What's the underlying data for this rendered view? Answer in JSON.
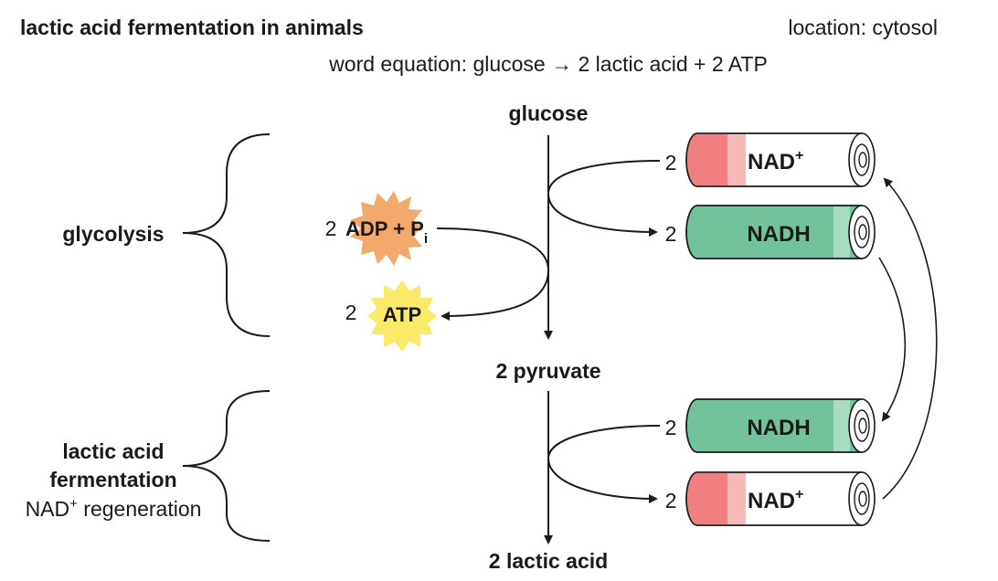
{
  "title": "lactic acid fermentation in animals",
  "location": "location: cytosol",
  "equation": "word equation: glucose → 2 lactic acid + 2 ATP",
  "stages": {
    "glycolysis": "glycolysis",
    "fermentation_line1": "lactic acid",
    "fermentation_line2": "fermentation",
    "regen_prefix": "NAD",
    "regen_sup": "+",
    "regen_suffix": " regeneration"
  },
  "molecules": {
    "glucose": "glucose",
    "pyruvate": "2 pyruvate",
    "lactic_acid": "2 lactic acid"
  },
  "coefficients": {
    "adp": "2",
    "atp": "2",
    "nad_top": "2",
    "nadh_top": "2",
    "nadh_bottom": "2",
    "nad_bottom": "2"
  },
  "adp": {
    "base": "ADP + P",
    "sub": "i"
  },
  "atp": "ATP",
  "carriers": {
    "nad_label": "NAD",
    "nad_sup": "+",
    "nadh_label": "NADH"
  },
  "colors": {
    "nad_red": "#f08080",
    "nad_light": "#f7b8b8",
    "nadh_green": "#72c29b",
    "nadh_light": "#a8dcc1",
    "adp_orange": "#f4a96c",
    "atp_yellow": "#fbe96a"
  }
}
